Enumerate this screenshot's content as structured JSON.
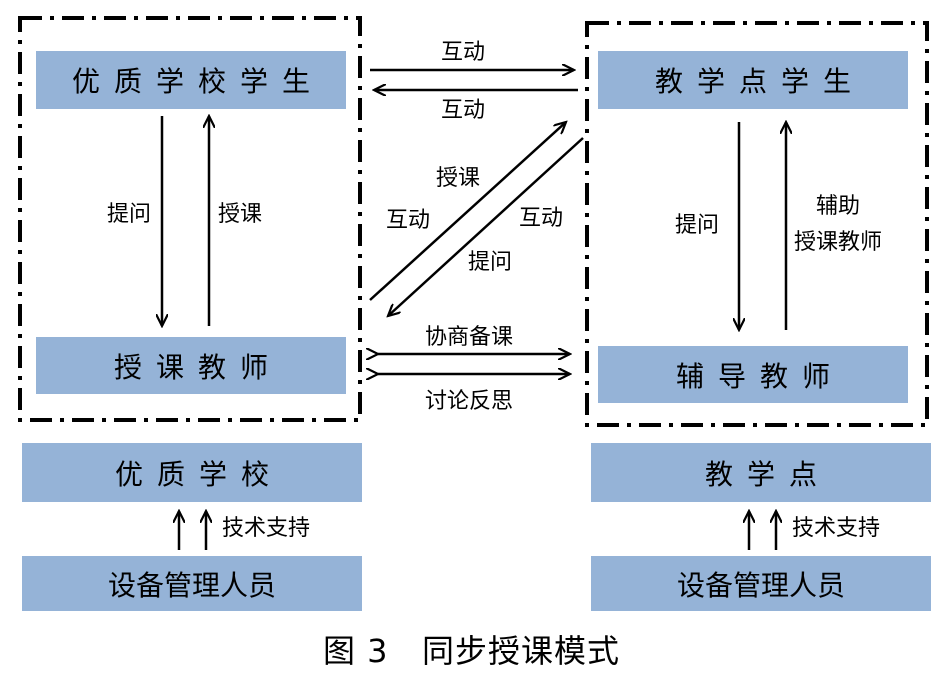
{
  "left": {
    "students": "优质学校学生",
    "teacher": "授课教师",
    "school": "优质学校",
    "equipment_staff": "设备管理人员",
    "tech_support": "技术支持",
    "ask_question": "提问",
    "teach": "授课"
  },
  "right": {
    "students": "教学点学生",
    "teacher": "辅导教师",
    "school": "教学点",
    "equipment_staff": "设备管理人员",
    "tech_support": "技术支持",
    "ask_question": "提问",
    "assist_line1": "辅助",
    "assist_line2": "授课教师"
  },
  "middle": {
    "interact_top": "互动",
    "interact_bottom": "互动",
    "diag_teach": "授课",
    "diag_interact_left": "互动",
    "diag_interact_right": "互动",
    "diag_ask": "提问",
    "co_prepare": "协商备课",
    "discuss_reflect": "讨论反思"
  },
  "caption": "图 3   同步授课模式"
}
